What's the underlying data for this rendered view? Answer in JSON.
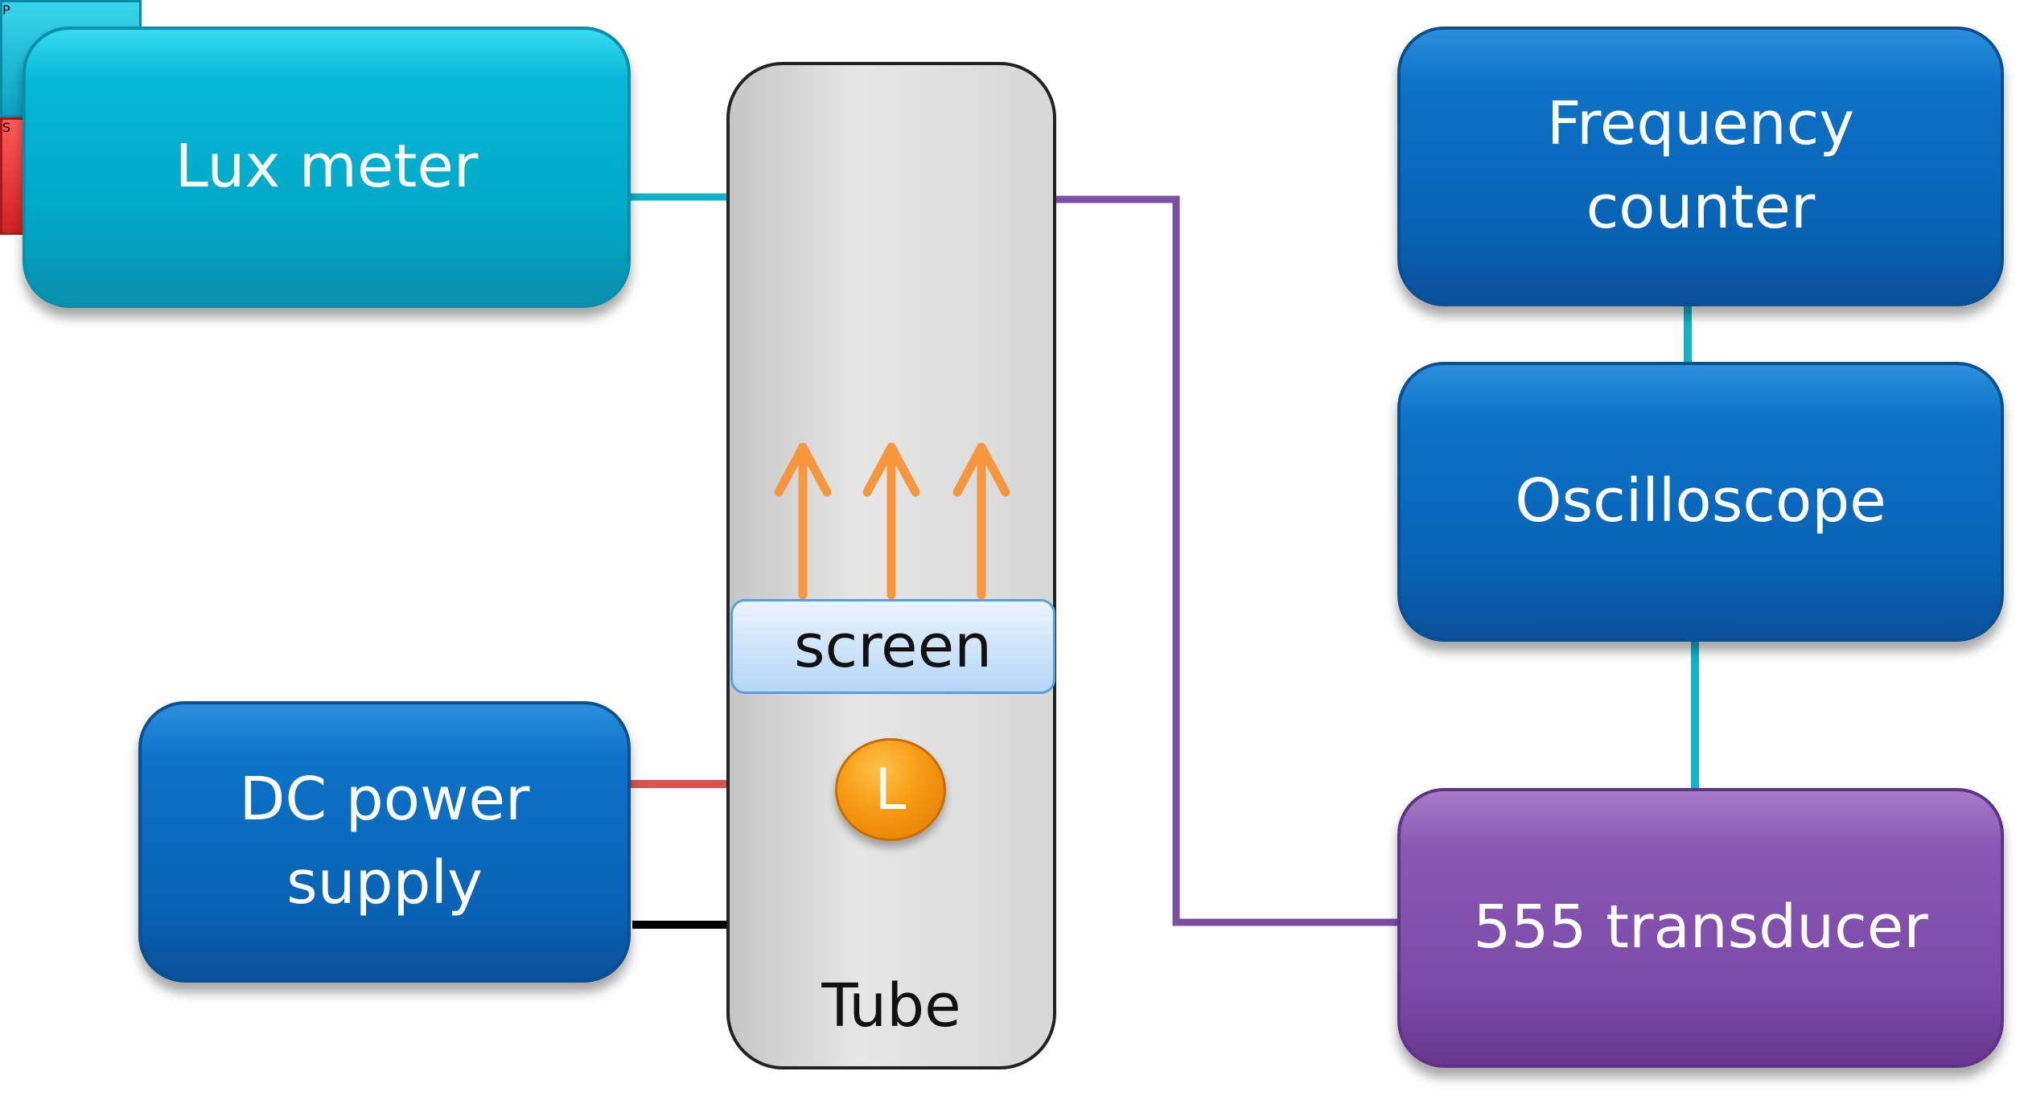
{
  "nodes": {
    "lux_meter": "Lux meter",
    "frequency_counter": [
      "Frequency",
      "counter"
    ],
    "oscilloscope": "Oscilloscope",
    "dc_power_supply": [
      "DC power",
      "supply"
    ],
    "transducer_555": "555 transducer"
  },
  "tube": {
    "label": "Tube",
    "photo_sensor": "P",
    "sound_sensor": "S",
    "screen": "screen",
    "lamp": "L"
  },
  "colors": {
    "cyan_box": "#00a6c6",
    "blue_box": "#0762b4",
    "purple_box": "#7a48a6",
    "tube_fill": "#d7d7d7",
    "wire_cyan": "#12b3c9",
    "wire_purple": "#7d4fa3",
    "wire_red": "#d9534f",
    "wire_black": "#000000",
    "arrow_orange": "#f7963c"
  }
}
